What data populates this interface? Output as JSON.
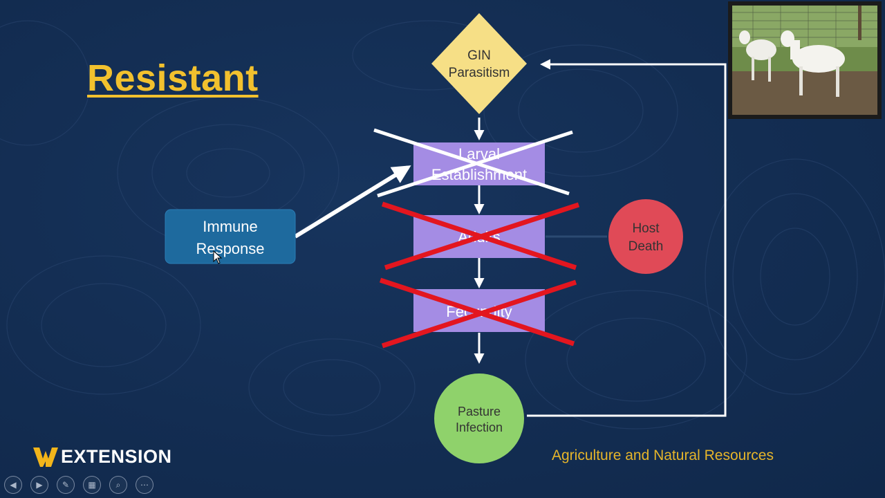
{
  "slide": {
    "title": "Resistant",
    "footer": "Agriculture and Natural Resources",
    "logo_text": "EXTENSION"
  },
  "nodes": {
    "gin": [
      "GIN",
      "Parasitism"
    ],
    "larval": [
      "Larval",
      "Establishment"
    ],
    "adults": "Adults",
    "fecundity": "Fecundity",
    "host_death": [
      "Host",
      "Death"
    ],
    "pasture": [
      "Pasture",
      "Infection"
    ],
    "immune": [
      "Immune",
      "Response"
    ]
  },
  "controls": [
    {
      "name": "previous-slide-icon",
      "glyph": "◀"
    },
    {
      "name": "next-slide-icon",
      "glyph": "▶"
    },
    {
      "name": "pen-icon",
      "glyph": "✎"
    },
    {
      "name": "slides-grid-icon",
      "glyph": "▦"
    },
    {
      "name": "zoom-icon",
      "glyph": "⌕"
    },
    {
      "name": "more-options-icon",
      "glyph": "⋯"
    }
  ],
  "colors": {
    "background": "#132d52",
    "title": "#f2c12e",
    "diamond": "#f6df86",
    "process_box": "#a48ce4",
    "immune_box": "#1e6a9e",
    "host_death": "#e04a57",
    "pasture": "#8fd26b",
    "cross_red": "#e3161f",
    "footer": "#e6b52a"
  }
}
